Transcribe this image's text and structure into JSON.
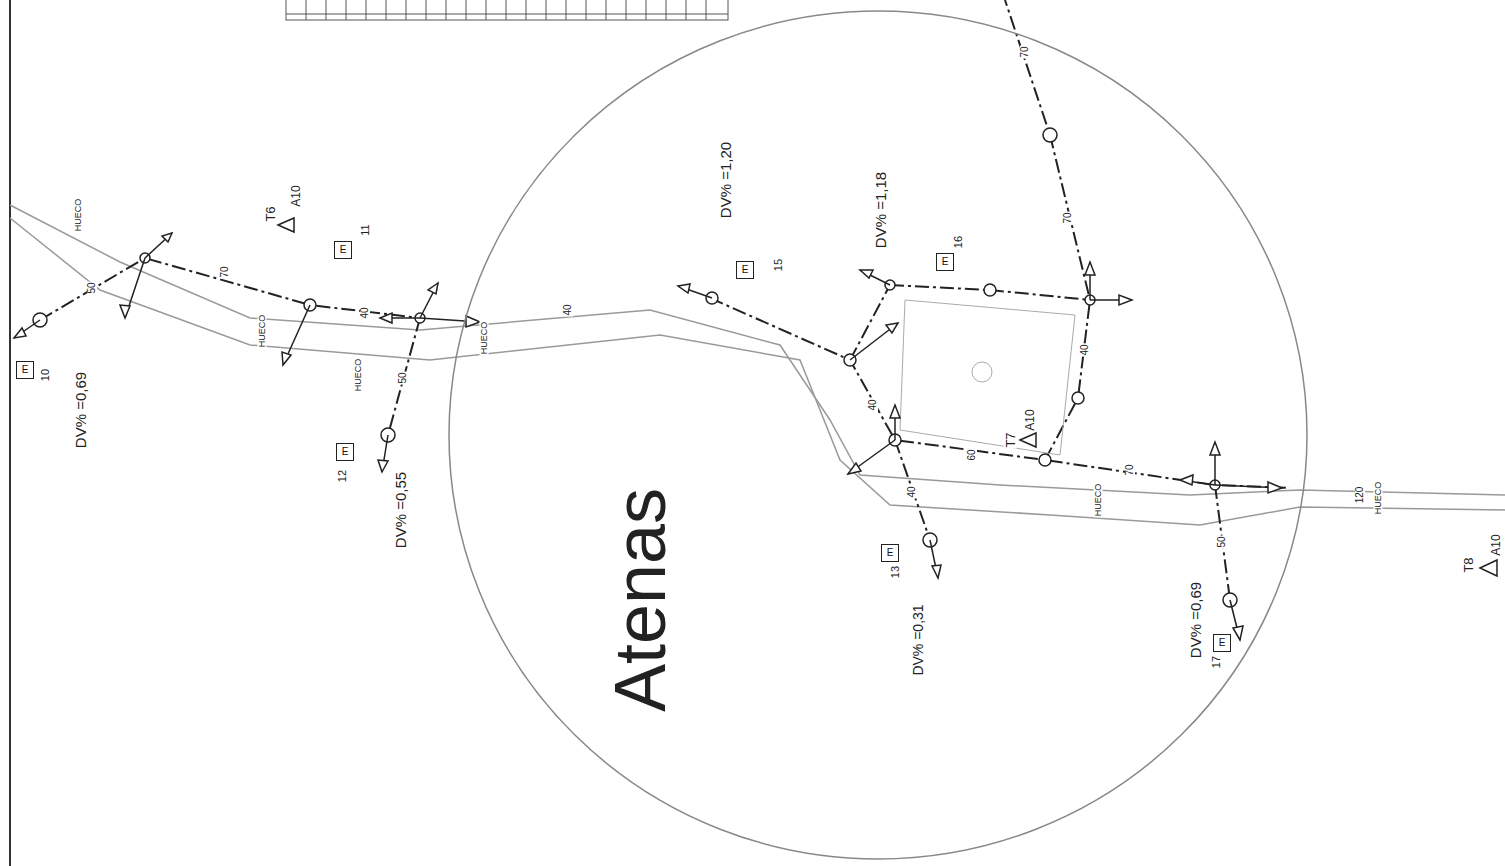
{
  "diagram": {
    "nodes": [
      {
        "text": [
          "Atenas"
        ]
      },
      {
        "text": [
          "E"
        ]
      },
      {
        "text": [
          "E"
        ]
      },
      {
        "text": [
          "E"
        ]
      },
      {
        "text": [
          "E"
        ],
        "in": 0
      },
      {
        "text": [
          "E"
        ],
        "in": 0
      },
      {
        "text": [
          "E"
        ],
        "in": 0
      },
      {
        "text": [
          "E"
        ],
        "in": 0
      }
    ],
    "labels": [
      "DV% =0,69",
      "DV% =0,55",
      "DV% =1,20",
      "DV% =1,18",
      "DV% =0,31",
      "DV% =0,69",
      "10",
      "11",
      "12",
      "13",
      "15",
      "16",
      "17",
      "T6",
      "A10",
      "T7",
      "A10",
      "T8",
      "A10",
      "HUECO",
      "HUECO",
      "HUECO",
      "HUECO",
      "HUECO",
      "HUECO",
      "70",
      "70",
      "50",
      "70",
      "40",
      "50",
      "40",
      "60",
      "70",
      "40",
      "40",
      "50",
      "120",
      "40"
    ]
  }
}
